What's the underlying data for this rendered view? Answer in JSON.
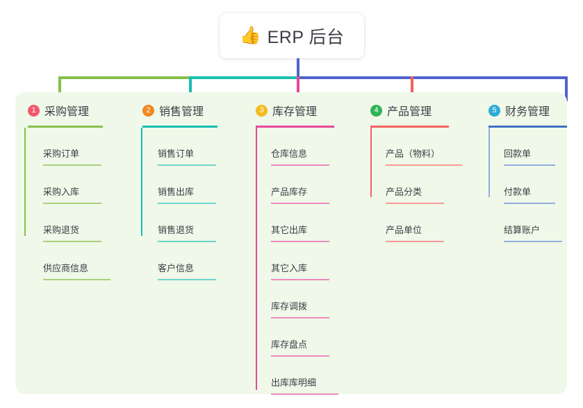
{
  "root": {
    "icon": "thumbs-up-icon",
    "emoji": "👍",
    "title": "ERP 后台"
  },
  "colors": {
    "panel_background": "#eff8e9",
    "page_background": "#ffffff",
    "text": "#3b3f45",
    "stem": "#4f63cf",
    "bus_left": "#84c04a",
    "bus_mid": "#16bfb0",
    "bus_right": "#4f63cf"
  },
  "columns": [
    {
      "index": "1",
      "badge_color": "#f2596d",
      "rule_color": "#84c04a",
      "leaf_rule_color": "#a8d27a",
      "spine_color": "#84c04a",
      "title": "采购管理",
      "head_rule_width": 108,
      "spine_height": 156,
      "leaves": [
        {
          "label": "采购订单",
          "rule_width": 84
        },
        {
          "label": "采购入库",
          "rule_width": 84
        },
        {
          "label": "采购退货",
          "rule_width": 84
        },
        {
          "label": "供应商信息",
          "rule_width": 97
        }
      ]
    },
    {
      "index": "2",
      "badge_color": "#f0871f",
      "rule_color": "#16bfb0",
      "leaf_rule_color": "#6fd4cb",
      "spine_color": "#16bfb0",
      "title": "销售管理",
      "head_rule_width": 108,
      "spine_height": 156,
      "leaves": [
        {
          "label": "销售订单",
          "rule_width": 84
        },
        {
          "label": "销售出库",
          "rule_width": 84
        },
        {
          "label": "销售退货",
          "rule_width": 84
        },
        {
          "label": "客户信息",
          "rule_width": 84
        }
      ]
    },
    {
      "index": "3",
      "badge_color": "#f5bc1f",
      "rule_color": "#e8469a",
      "leaf_rule_color": "#f089bd",
      "spine_color": "#e8469a",
      "title": "库存管理",
      "head_rule_width": 113,
      "spine_height": 378,
      "leaves": [
        {
          "label": "仓库信息",
          "rule_width": 84
        },
        {
          "label": "产品库存",
          "rule_width": 84
        },
        {
          "label": "其它出库",
          "rule_width": 84
        },
        {
          "label": "其它入库",
          "rule_width": 84
        },
        {
          "label": "库存调拨",
          "rule_width": 84
        },
        {
          "label": "库存盘点",
          "rule_width": 84
        },
        {
          "label": "出库库明细",
          "rule_width": 97
        }
      ]
    },
    {
      "index": "4",
      "badge_color": "#2fb457",
      "rule_color": "#f4615f",
      "leaf_rule_color": "#f79b96",
      "spine_color": "#f4615f",
      "title": "产品管理",
      "head_rule_width": 113,
      "spine_height": 100,
      "leaves": [
        {
          "label": "产品（物料）",
          "rule_width": 110
        },
        {
          "label": "产品分类",
          "rule_width": 84
        },
        {
          "label": "产品单位",
          "rule_width": 84
        }
      ]
    },
    {
      "index": "5",
      "badge_color": "#2dacd6",
      "rule_color": "#3f6fc4",
      "leaf_rule_color": "#93aede",
      "spine_color": "#93aede",
      "title": "财务管理",
      "head_rule_width": 113,
      "spine_height": 100,
      "leaves": [
        {
          "label": "回款单",
          "rule_width": 74
        },
        {
          "label": "付款单",
          "rule_width": 74
        },
        {
          "label": "结算账户",
          "rule_width": 84
        }
      ]
    }
  ]
}
